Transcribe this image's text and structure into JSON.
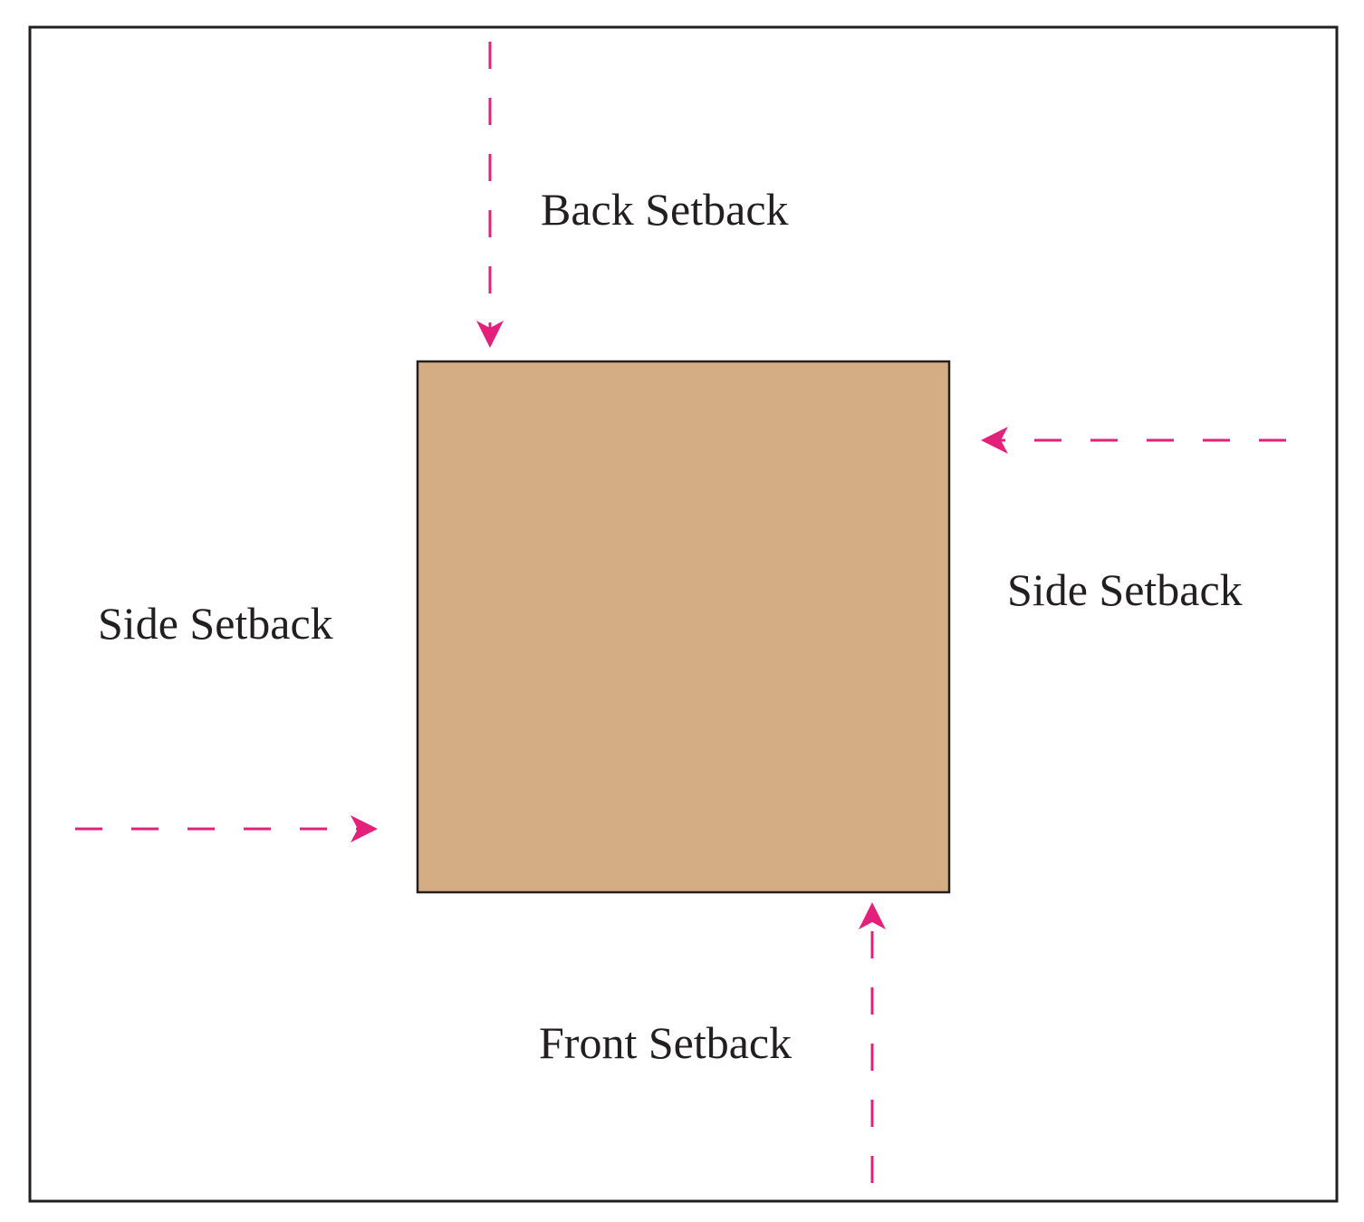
{
  "diagram": {
    "labels": {
      "back": "Back Setback",
      "side_left": "Side Setback",
      "side_right": "Side Setback",
      "front": "Front Setback"
    },
    "colors": {
      "border": "#231f20",
      "building_fill": "#d4ad85",
      "building_stroke": "#231f20",
      "arrow": "#e3207a",
      "text": "#231f20"
    }
  }
}
